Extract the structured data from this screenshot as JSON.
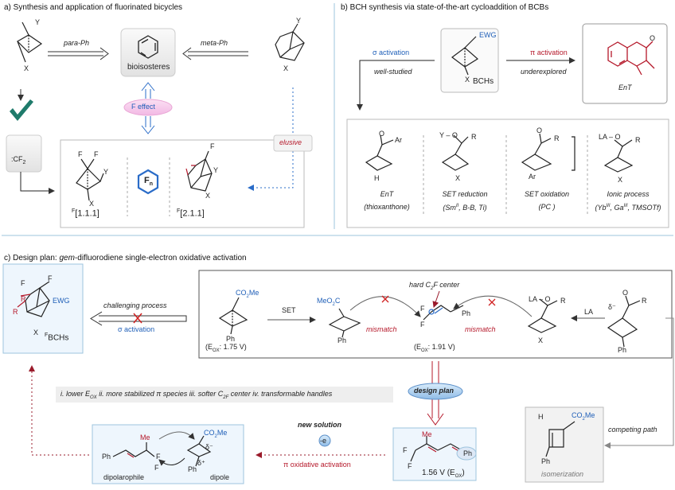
{
  "panel_a": {
    "title": "a) Synthesis and application of fluorinated bicycles",
    "para_ph": "para-Ph",
    "meta_ph": "meta-Ph",
    "bioisosteres": "bioisosteres",
    "f_effect": "F effect",
    "elusive": "elusive",
    "cf2": ":CF",
    "cf2_sub": "2",
    "label_111": "[1.1.1]",
    "label_211": "[2.1.1]",
    "sup_f": "F",
    "fn": "F",
    "fn_sub": "n",
    "atom_x": "X",
    "atom_y": "Y",
    "atom_f": "F"
  },
  "panel_b": {
    "title": "b) BCH synthesis via state-of-the-art cycloaddition of BCBs",
    "sigma_activation": "σ activation",
    "pi_activation": "π activation",
    "well_studied": "well-studied",
    "underexplored": "underexplored",
    "ewg": "EWG",
    "bchs": "BCHs",
    "ent_right": "EnT",
    "methods": [
      {
        "name": "EnT",
        "detail": "(thioxanthone)"
      },
      {
        "name": "SET reduction",
        "detail": "(Sm",
        "detail_sup": "II",
        "detail_rest": ", B-B, Ti)"
      },
      {
        "name": "SET oxidation",
        "detail": "(PC )"
      },
      {
        "name": "Ionic process",
        "detail": "(Yb",
        "detail_sup": "III",
        "detail_mid": ", Ga",
        "detail_sup2": "III",
        "detail_rest": ", TMSOTf)"
      }
    ],
    "ar": "Ar",
    "h": "H",
    "y_o": "Y",
    "la_o": "LA",
    "o": "O",
    "r": "R",
    "x": "X"
  },
  "panel_c": {
    "title_prefix": "c) Design plan: ",
    "title_italic": "gem",
    "title_rest": "-difluorodiene single-electron oxidative activation",
    "challenging": "challenging process",
    "sigma_activation": "σ activation",
    "set": "SET",
    "la": "LA",
    "hard_center": "hard C",
    "hard_center_sub": "2",
    "hard_center_rest": "F center",
    "mismatch": "mismatch",
    "eox1_val": ": 1.75 V)",
    "eox2_val": ": 1.91 V)",
    "eox_label": "(E",
    "eox_sub": "OX",
    "co2me": "CO",
    "co2me_sub": "2",
    "co2me_rest": "Me",
    "meo2c": "MeO",
    "meo2c_sub": "2",
    "meo2c_rest": "C",
    "ph": "Ph",
    "bchs": "BCHs",
    "ewg": "EWG",
    "points": "i. lower E",
    "points_sub": "OX",
    "points_rest": "  ii. more stabilized π species   iii. softer C",
    "points_sub2": "2F",
    "points_rest2": " center   iv. transformable handles",
    "design_plan": "design plan",
    "new_solution": "new solution",
    "minus_e": "-e",
    "pi_oxidative": "π oxidative activation",
    "eox3": "1.56 V (E",
    "eox3_sub": "OX",
    "eox3_rest": ")",
    "me": "Me",
    "dipolarophile": "dipolarophile",
    "dipole": "dipole",
    "competing_path": "competing path",
    "isomerization": "isomerization",
    "h": "H",
    "delta_minus": "δ⁻",
    "delta_plus": "δ⁺"
  }
}
